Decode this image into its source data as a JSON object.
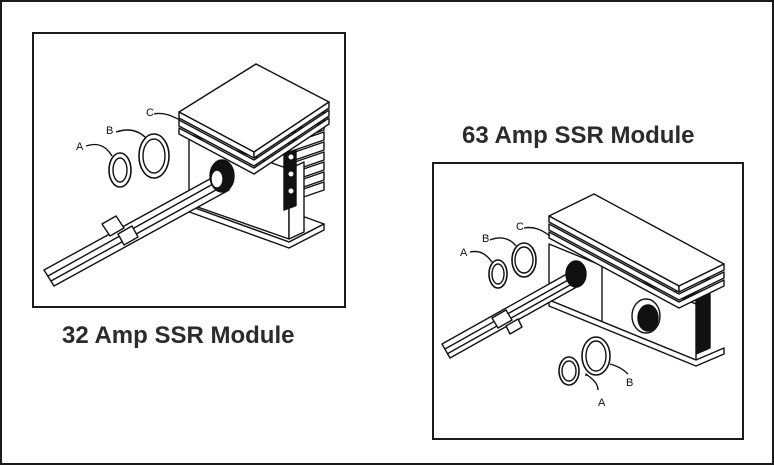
{
  "figures": [
    {
      "caption": "32 Amp SSR Module",
      "labels": {
        "a": "A",
        "b": "B",
        "c": "C"
      }
    },
    {
      "caption": "63 Amp SSR Module",
      "labels": {
        "a_left": "A",
        "b_left": "B",
        "c": "C",
        "a_right": "A",
        "b_right": "B"
      }
    }
  ],
  "colors": {
    "line": "#111111",
    "fill": "#ffffff",
    "dark": "#111111"
  }
}
